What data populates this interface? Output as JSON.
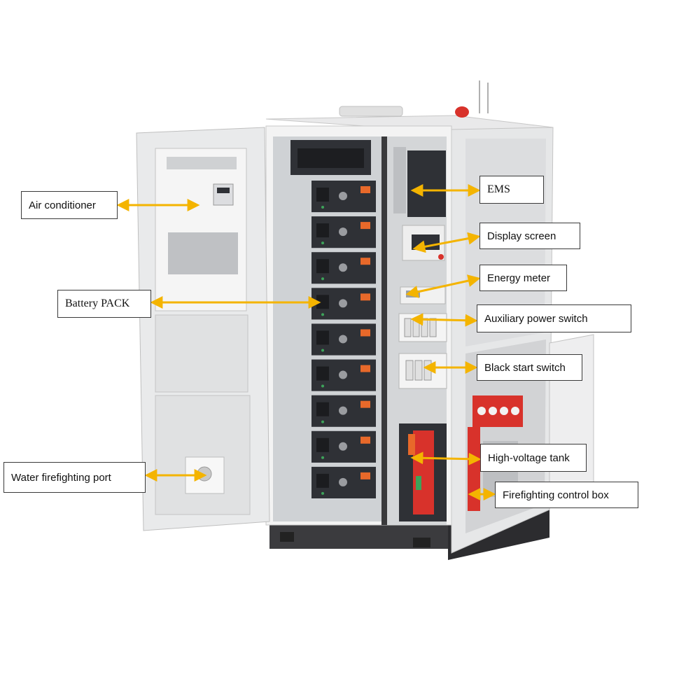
{
  "colors": {
    "arrow": "#f4b400",
    "cabinet_body": "#f0f0f0",
    "cabinet_interior": "#d7d9dc",
    "battery_module": "#2f3136",
    "handle_orange": "#e8692a",
    "tank_red": "#d8322b",
    "base_dark": "#3b3b3e"
  },
  "callouts": {
    "air_conditioner": "Air conditioner",
    "battery_pack": "Battery PACK",
    "water_firefighting_port": "Water firefighting port",
    "ems": "EMS",
    "display_screen": "Display screen",
    "energy_meter": "Energy meter",
    "auxiliary_power_switch": "Auxiliary power switch",
    "black_start_switch": "Black start switch",
    "high_voltage_tank": "High-voltage tank",
    "firefighting_control_box": "Firefighting control box"
  },
  "battery_module_count": 9
}
